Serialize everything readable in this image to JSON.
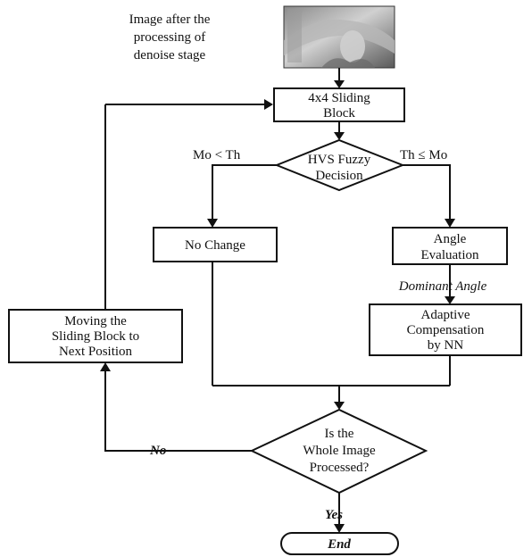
{
  "input": {
    "caption": [
      "Image after the",
      "processing of",
      "denoise stage"
    ],
    "thumbnail_icon": "grayscale-portrait-thumbnail"
  },
  "nodes": {
    "sliding_block": [
      "4x4 Sliding",
      "Block"
    ],
    "hvs_decision": [
      "HVS Fuzzy",
      "Decision"
    ],
    "no_change": [
      "No Change"
    ],
    "angle_evaluation": [
      "Angle",
      "Evaluation"
    ],
    "adaptive_compensation": [
      "Adaptive",
      "Compensation",
      "by NN"
    ],
    "moving_block": [
      "Moving the",
      "Sliding Block to",
      "Next Position"
    ],
    "whole_image_check": [
      "Is the",
      "Whole Image",
      "Processed?"
    ],
    "end": "End"
  },
  "edges": {
    "left_condition": "Mo < Th",
    "right_condition": "Th ≤ Mo",
    "dominant_angle": "Dominant Angle",
    "no": "No",
    "yes": "Yes"
  },
  "colors": {
    "stroke": "#111111",
    "background": "#ffffff"
  }
}
